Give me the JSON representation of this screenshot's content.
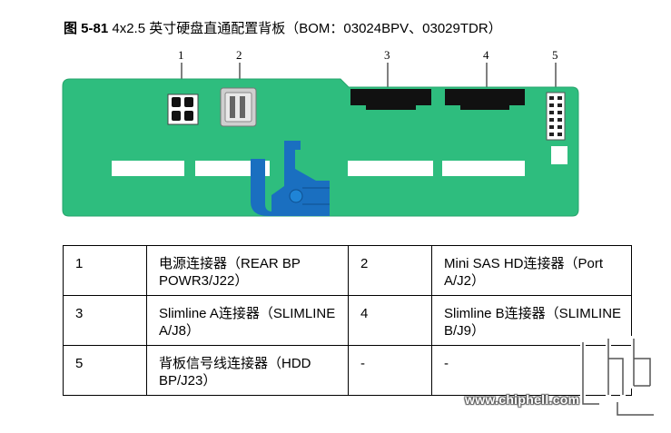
{
  "caption": {
    "figure_number": "图 5-81",
    "title": "4x2.5 英寸硬盘直通配置背板（BOM：03024BPV、03029TDR）"
  },
  "callouts": [
    "1",
    "2",
    "3",
    "4",
    "5"
  ],
  "board_color": "#2ebd7e",
  "latch_color": "#1a6fc0",
  "table": [
    [
      {
        "num": "1",
        "desc": "电源连接器（REAR BP POWR3/J22）"
      },
      {
        "num": "2",
        "desc": "Mini SAS HD连接器（Port A/J2）"
      }
    ],
    [
      {
        "num": "3",
        "desc": "Slimline A连接器（SLIMLINE A/J8）"
      },
      {
        "num": "4",
        "desc": "Slimline B连接器（SLIMLINE B/J9）"
      }
    ],
    [
      {
        "num": "5",
        "desc": "背板信号线连接器（HDD BP/J23）"
      },
      {
        "num": "-",
        "desc": "-"
      }
    ]
  ],
  "watermark": {
    "url": "www.chiphell.com",
    "logo": "chiphell-logo"
  }
}
